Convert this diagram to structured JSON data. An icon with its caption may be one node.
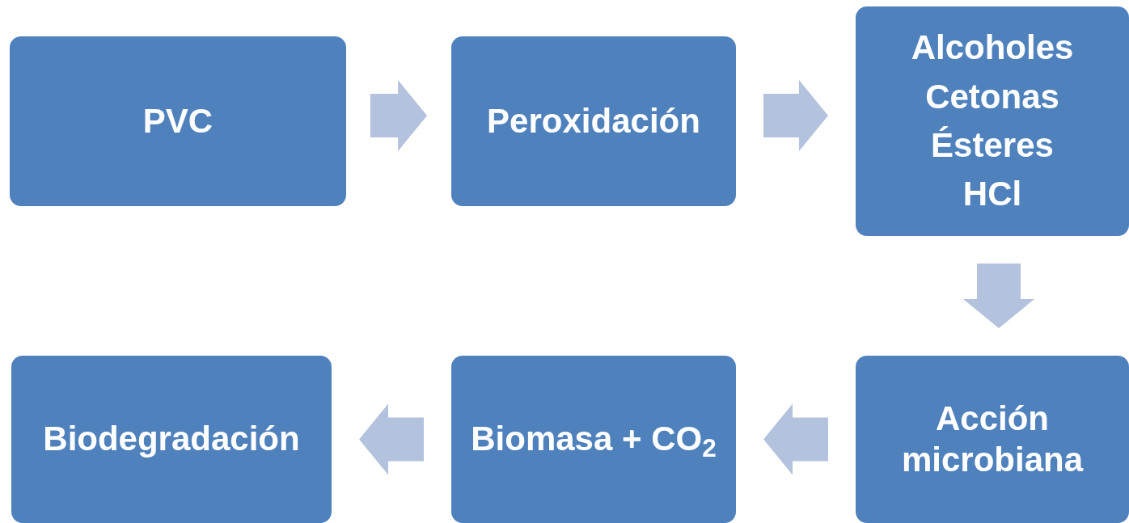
{
  "diagram": {
    "nodes": [
      {
        "text": [
          "PVC"
        ]
      },
      {
        "text": [
          "Peroxidación"
        ]
      },
      {
        "text": [
          "Alcoholes",
          "Cetonas",
          "Ésteres",
          "HCl"
        ]
      },
      {
        "text": [
          "Acción microbiana"
        ]
      },
      {
        "text": [
          "Biomasa + CO$_{2}$"
        ]
      },
      {
        "text": [
          "Biodegradación"
        ]
      }
    ],
    "edges": [
      {
        "from": 0,
        "to": 1,
        "arrow": "to"
      },
      {
        "from": 1,
        "to": 2,
        "arrow": "to"
      },
      {
        "from": 2,
        "to": 3,
        "arrow": "to"
      },
      {
        "from": 3,
        "to": 4,
        "arrow": "to"
      },
      {
        "from": 4,
        "to": 5,
        "arrow": "to"
      }
    ]
  }
}
